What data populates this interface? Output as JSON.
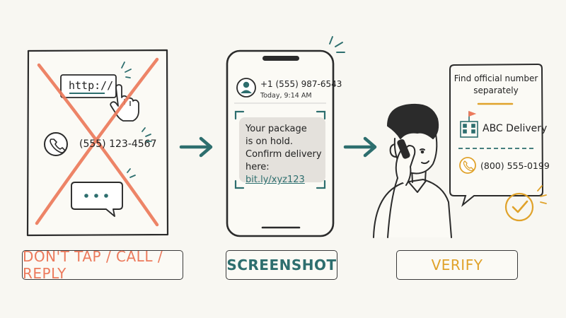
{
  "steps": [
    {
      "label": "DON'T TAP / CALL / REPLY",
      "link_text": "http://",
      "phone_number": "(555) 123-4567"
    },
    {
      "label": "SCREENSHOT",
      "sender": "+1 (555) 987-6543",
      "timestamp": "Today, 9:14 AM",
      "message_lines": [
        "Your package",
        "is on hold.",
        "Confirm delivery"
      ],
      "message_prefix": "here:",
      "message_link": "bit.ly/xyz123"
    },
    {
      "label": "VERIFY",
      "card_title_lines": [
        "Find official number",
        "separately"
      ],
      "company": "ABC Delivery",
      "official_phone": "(800) 555-0199"
    }
  ],
  "icons": [
    "cursor-hand-icon",
    "phone-icon",
    "chat-bubble-icon",
    "arrow-right-icon",
    "avatar-icon",
    "building-icon",
    "checkmark-icon",
    "man-on-phone-icon"
  ],
  "colors": {
    "background": "#f8f7f2",
    "coral": "#ec7a5c",
    "teal": "#2d6e6e",
    "gold": "#e0a22a",
    "ink": "#2b2b2b"
  }
}
